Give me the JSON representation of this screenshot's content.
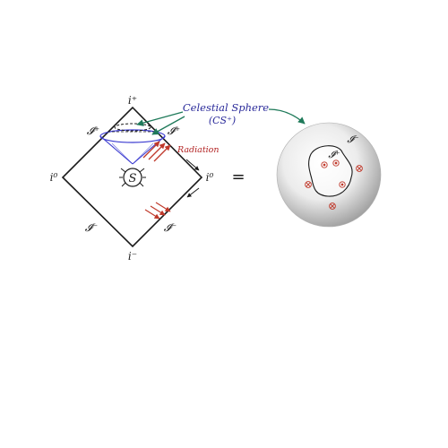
{
  "diagram": {
    "labels": {
      "i_plus": "i⁺",
      "i_minus": "i⁻",
      "i0_left": "i⁰",
      "i0_right": "i⁰",
      "scri_plus_left": "𝓘⁺",
      "scri_plus_right": "𝓘⁺",
      "scri_minus_left": "𝓘⁻",
      "scri_minus_right": "𝓘⁻",
      "source": "S",
      "equals": "=",
      "celestial_line1": "Celestial Sphere",
      "celestial_line2": "(CS⁺)",
      "radiation": "Radiation",
      "sphere_scri_plus": "𝓘⁺",
      "sphere_scri_minus": "𝓘⁻"
    },
    "colors": {
      "line": "#1a1a1a",
      "celestial_text": "#2a2a9a",
      "radiation_text": "#b22222",
      "arrow_green": "#1f7a5a",
      "cone_blue": "#3b3bd0",
      "marker_red": "#c0392b"
    }
  }
}
